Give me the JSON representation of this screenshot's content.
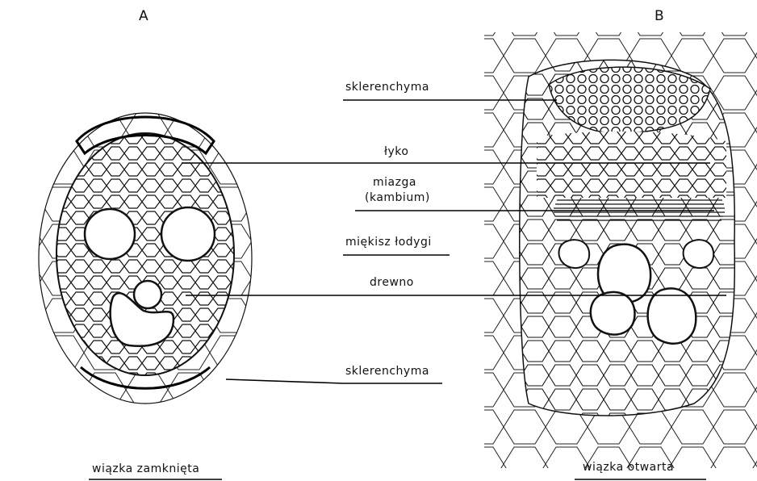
{
  "panels": {
    "left_letter": "A",
    "right_letter": "B",
    "left_caption": "wiązka zamknięta",
    "right_caption": "wiązka otwarta"
  },
  "labels": {
    "sklerenchyma_top": "sklerenchyma",
    "lyko": "łyko",
    "miazga": "miazga",
    "kambium": "(kambium)",
    "miekisz": "miękisz łodygi",
    "drewno": "drewno",
    "sklerenchyma_bottom": "sklerenchyma"
  }
}
